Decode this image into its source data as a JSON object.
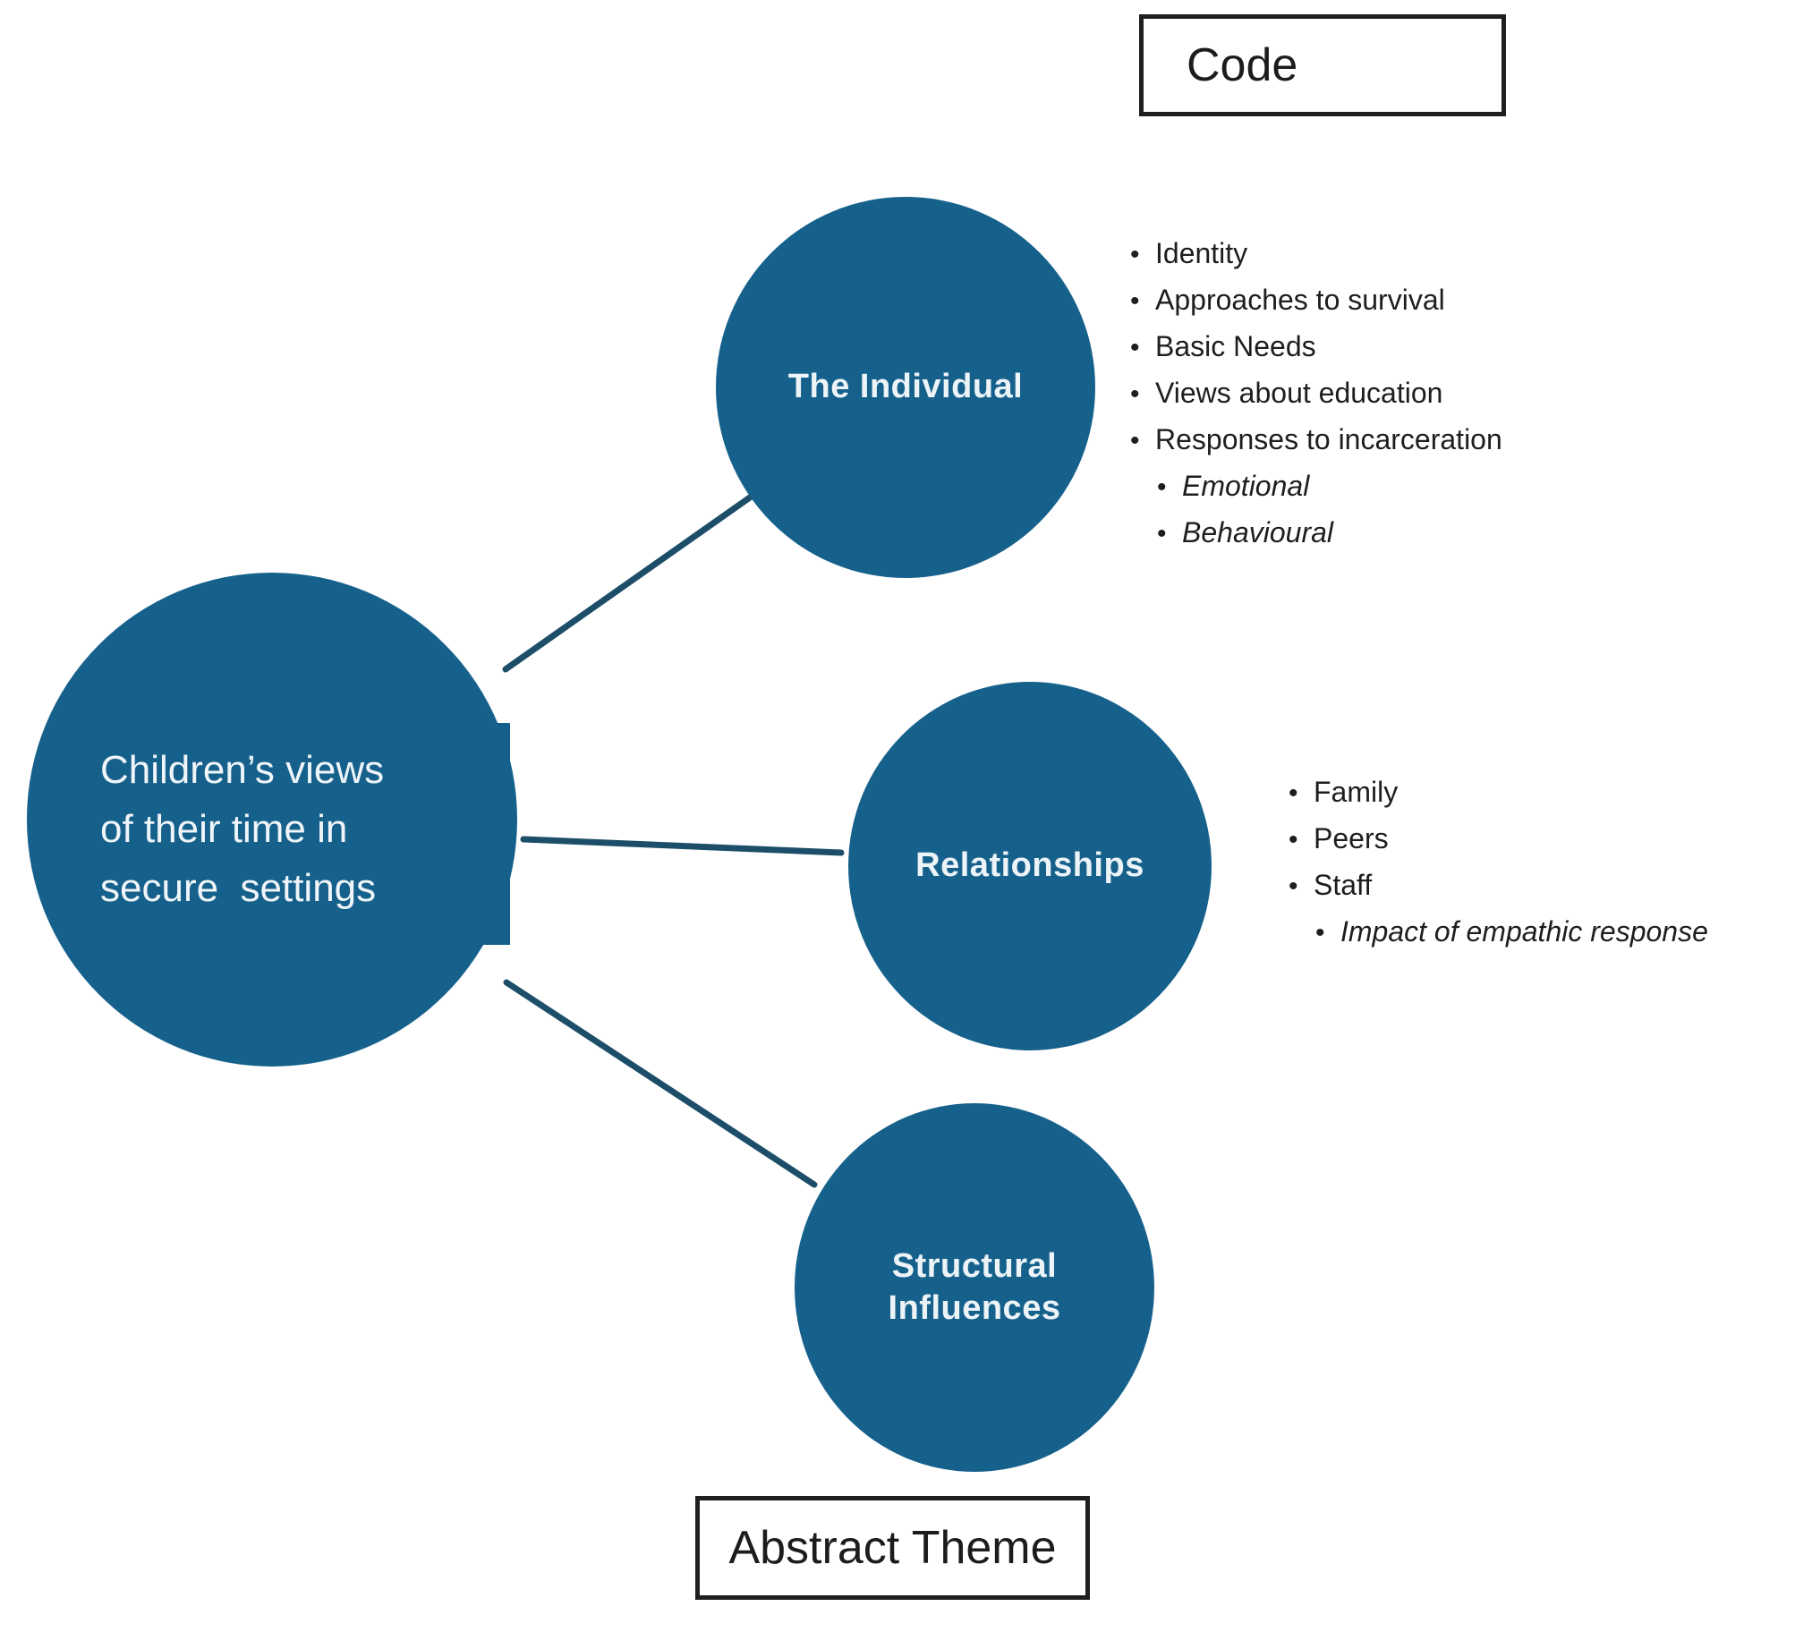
{
  "legend": {
    "code": "Code",
    "abstract_theme": "Abstract Theme"
  },
  "center": {
    "label": "Children’s views\nof their time in\nsecure  settings"
  },
  "themes": [
    {
      "label": "The Individual",
      "codes": [
        {
          "text": "Identity",
          "level": 1,
          "italic": false
        },
        {
          "text": "Approaches to survival",
          "level": 1,
          "italic": false
        },
        {
          "text": "Basic Needs",
          "level": 1,
          "italic": false
        },
        {
          "text": "Views about education",
          "level": 1,
          "italic": false
        },
        {
          "text": "Responses to incarceration",
          "level": 1,
          "italic": false
        },
        {
          "text": "Emotional",
          "level": 2,
          "italic": true
        },
        {
          "text": "Behavioural",
          "level": 2,
          "italic": true
        }
      ]
    },
    {
      "label": "Relationships",
      "codes": [
        {
          "text": "Family",
          "level": 1,
          "italic": false
        },
        {
          "text": "Peers",
          "level": 1,
          "italic": false
        },
        {
          "text": "Staff",
          "level": 1,
          "italic": false
        },
        {
          "text": "Impact of empathic response",
          "level": 2,
          "italic": true
        }
      ]
    },
    {
      "label": "Structural Influences",
      "codes": []
    }
  ],
  "icons": {
    "bullet_glyph": "•"
  },
  "colors": {
    "circle_fill": "#16618C",
    "connector": "#1C4E69",
    "circle_text": "#EFF5F9",
    "legend_border": "#1F1F1F",
    "code_text": "#1E1E1E"
  }
}
